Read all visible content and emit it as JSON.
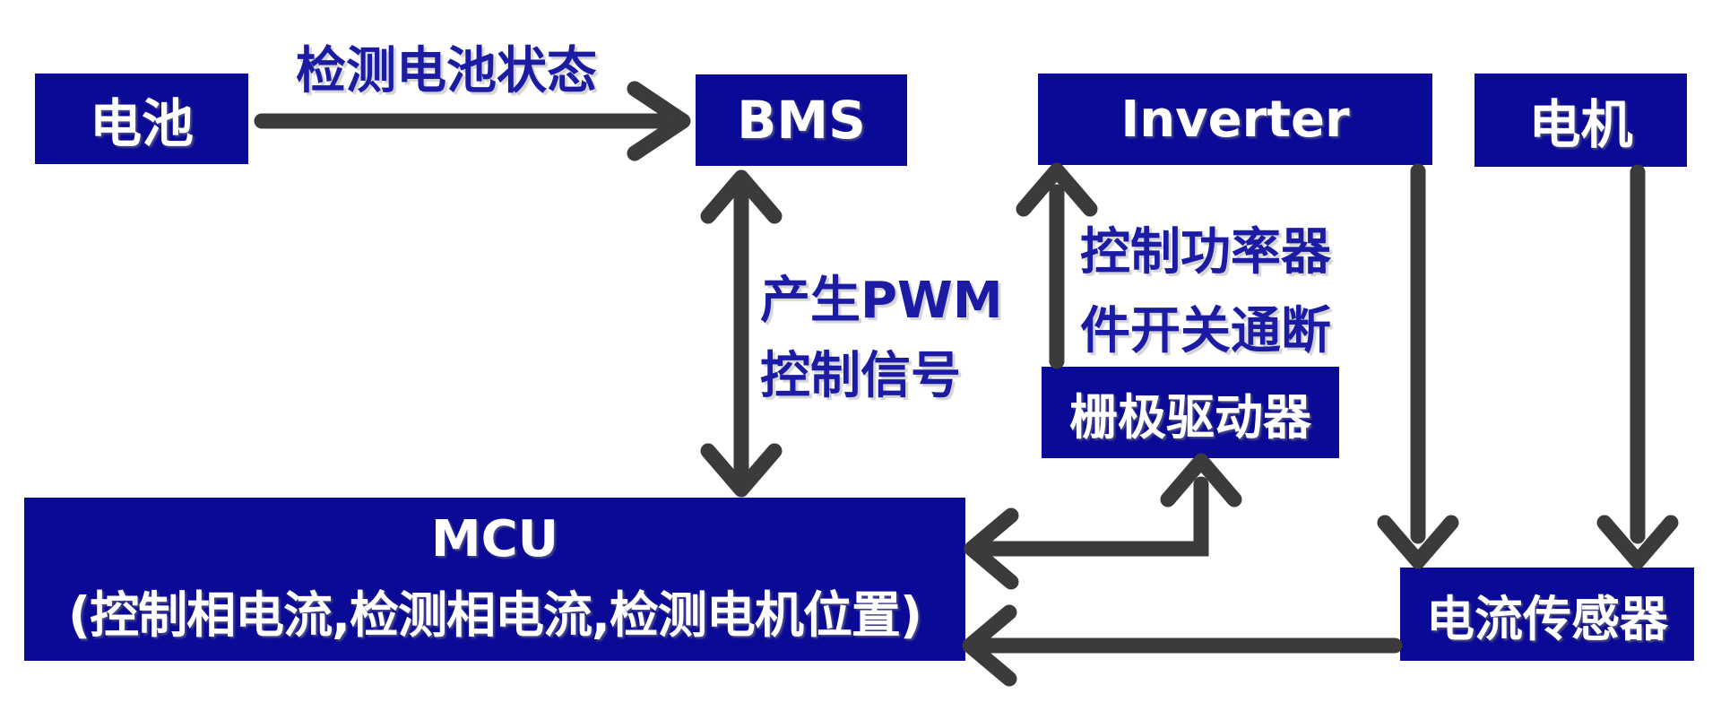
{
  "diagram": {
    "title": "Motor control system block diagram",
    "colors": {
      "background": "#ffffff",
      "box_fill": "#0a0a96",
      "box_text": "#ffffff",
      "label_text": "#1b1ba4",
      "arrow": "#3b3b3b"
    },
    "nodes": {
      "battery": {
        "label": "电池"
      },
      "bms": {
        "label": "BMS"
      },
      "inverter": {
        "label": "Inverter"
      },
      "motor": {
        "label": "电机"
      },
      "gate_driver": {
        "label": "栅极驱动器"
      },
      "current_sensor": {
        "label": "电流传感器"
      },
      "mcu": {
        "line1": "MCU",
        "line2": "(控制相电流,检测相电流,检测电机位置)"
      }
    },
    "edge_labels": {
      "battery_bms": "检测电池状态",
      "bms_mcu_line1": "产生PWM",
      "bms_mcu_line2": "控制信号",
      "gate_inverter_line1": "控制功率器",
      "gate_inverter_line2": "件开关通断"
    },
    "edges": [
      {
        "from": "battery",
        "to": "bms",
        "label": "检测电池状态",
        "direction": "one-way"
      },
      {
        "from": "bms",
        "to": "mcu",
        "label": "产生PWM 控制信号",
        "direction": "two-way"
      },
      {
        "from": "gate_driver",
        "to": "inverter",
        "label": "控制功率器件开关通断",
        "direction": "one-way"
      },
      {
        "from": "mcu",
        "to": "gate_driver",
        "direction": "two-way"
      },
      {
        "from": "inverter",
        "to": "current_sensor",
        "direction": "one-way"
      },
      {
        "from": "motor",
        "to": "current_sensor",
        "direction": "one-way"
      },
      {
        "from": "current_sensor",
        "to": "mcu",
        "direction": "one-way"
      }
    ]
  }
}
